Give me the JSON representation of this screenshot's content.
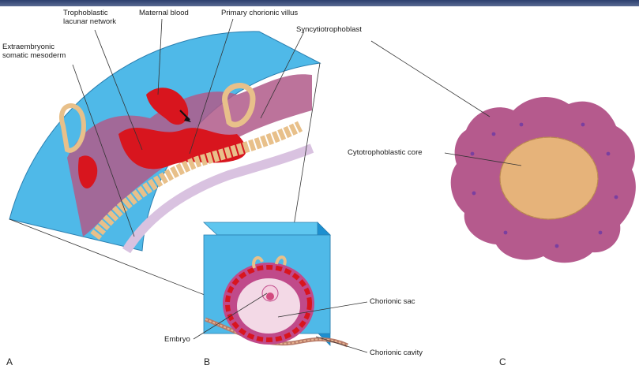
{
  "figure": {
    "labels": {
      "trophoblastic_lacunar_network": "Trophoblastic\nlacunar network",
      "maternal_blood": "Maternal blood",
      "primary_chorionic_villus": "Primary chorionic villus",
      "extraembryonic_somatic_mesoderm": "Extraembryonic\nsomatic mesoderm",
      "syncytiotrophoblast": "Syncytiotrophoblast",
      "cytotrophoblastic_core": "Cytotrophoblastic core",
      "chorionic_sac": "Chorionic sac",
      "embryo": "Embryo",
      "chorionic_cavity": "Chorionic cavity"
    },
    "panel_letters": {
      "a": "A",
      "b": "B",
      "c": "C"
    },
    "colors": {
      "top_band": "#2c3f6e",
      "uterine_tissue": "#4fb9e8",
      "syncytio": "#b05a8a",
      "maternal_blood": "#d8151e",
      "cytotrophoblast": "#e8c08a",
      "mesoderm": "#d9c2e0",
      "cavity": "#f3d9e6"
    }
  }
}
